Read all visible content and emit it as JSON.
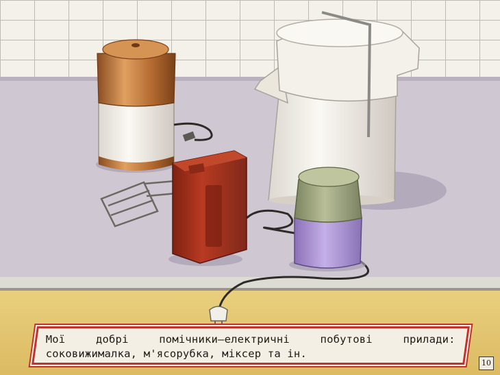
{
  "caption": {
    "line1": "Мої добрі помічники—електричні побутові прилади:",
    "line2": "соковижималка, м'ясорубка, міксер та ін."
  },
  "frame_number": "10",
  "colors": {
    "tile_wall": "#f3f1ea",
    "tile_grout": "#bcbab2",
    "counter": "#cfc8d2",
    "table_front": "#e3c56e",
    "caption_border": "#c2322a",
    "mixer_red": "#a8301c",
    "grinder_copper": "#c77c3c",
    "lid_green": "#9da57c",
    "canister_violet": "#b29ad8"
  },
  "scene": {
    "objects": [
      "coffee-grinder",
      "juicer",
      "hand-mixer",
      "beaters",
      "small-canister",
      "cord",
      "plug"
    ]
  }
}
